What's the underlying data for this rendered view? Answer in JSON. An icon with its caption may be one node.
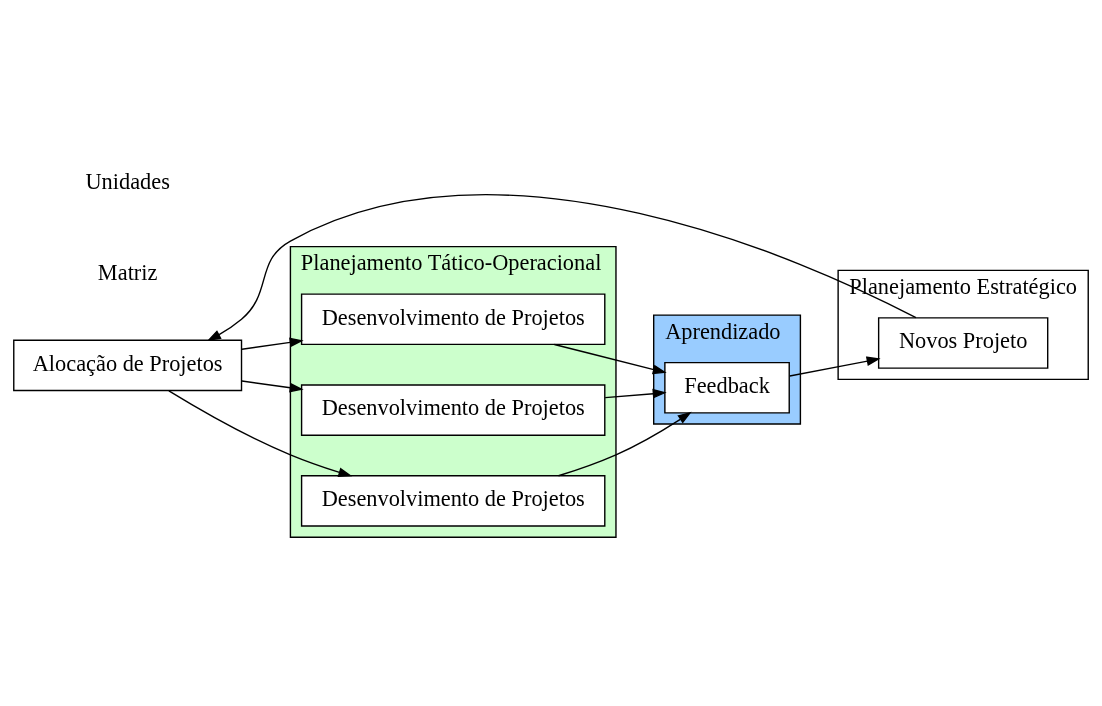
{
  "diagram": {
    "nodes": [
      {
        "text": [
          "Planejamento Tático-Operacional"
        ]
      },
      {
        "text": [
          "Planejamento Estratégico"
        ]
      },
      {
        "text": [
          "Novos Projeto"
        ],
        "in": 1
      },
      {
        "text": [
          "Alocação de Projetos"
        ]
      },
      {
        "text": [
          "Desenvolvimento de Projetos"
        ],
        "in": 0
      },
      {
        "text": [
          "Desenvolvimento de Projetos"
        ],
        "in": 0
      },
      {
        "text": [
          "Desenvolvimento de Projetos"
        ],
        "in": 0
      },
      {
        "text": [
          "Aprendizado"
        ]
      },
      {
        "text": [
          "Feedback"
        ],
        "in": 7
      }
    ],
    "edges": [
      {
        "from": 2,
        "to": 3,
        "arrow": "to"
      },
      {
        "from": 3,
        "to": 4,
        "arrow": "to"
      },
      {
        "from": 3,
        "to": 5,
        "arrow": "to"
      },
      {
        "from": 3,
        "to": 6,
        "arrow": "to"
      },
      {
        "from": 4,
        "to": 8,
        "arrow": "to"
      },
      {
        "from": 5,
        "to": 8,
        "arrow": "to"
      },
      {
        "from": 6,
        "to": 8,
        "arrow": "to"
      },
      {
        "from": 8,
        "to": 2,
        "arrow": "to"
      }
    ],
    "labels": [
      "Matriz",
      "Unidades"
    ]
  }
}
